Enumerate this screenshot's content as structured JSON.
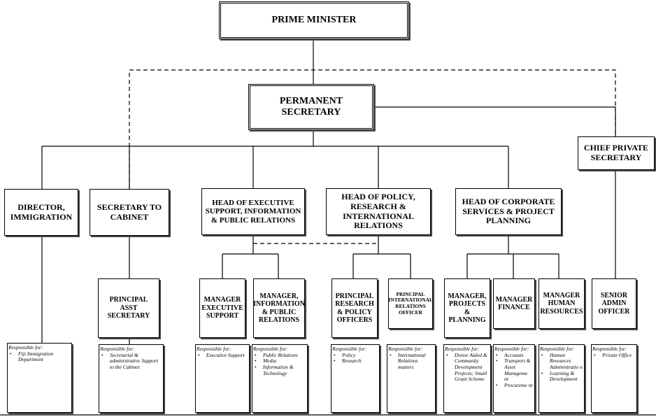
{
  "nodes": {
    "pm": "PRIME MINISTER",
    "ps": "PERMANENT SECRETARY",
    "cps": "CHIEF PRIVATE SECRETARY",
    "dir_imm": "DIRECTOR, IMMIGRATION",
    "sec_cab": "SECRETARY TO CABINET",
    "head_exec": "HEAD OF EXECUTIVE SUPPORT, INFORMATION & PUBLIC RELATIONS",
    "head_policy": "HEAD OF POLICY, RESEARCH & INTERNATIONAL RELATIONS",
    "head_corp": "HEAD OF CORPORATE SERVICES  & PROJECT PLANNING",
    "pas": "PRINCIPAL ASST SECRETARY",
    "mgr_exec": "MANAGER EXECUTIVE SUPPORT",
    "mgr_info": "MANAGER, INFORMATION & PUBLIC RELATIONS",
    "pr_res": "PRINCIPAL RESEARCH & POLICY OFFICERS",
    "pr_intl": "PRINCIPAL INTERNATIONAL RELATIONS OFFICER",
    "mgr_proj": "MANAGER, PROJECTS & PLANNING",
    "mgr_fin": "MANAGER FINANCE",
    "mgr_hr": "MANAGER HUMAN RESOURCES",
    "sao": "SENIOR ADMIN OFFICER"
  },
  "responsibilities": {
    "header": "Responsible for:",
    "dir_imm": [
      "Fiji Immigration Department"
    ],
    "pas": [
      "Secretarial & administrative Support to the Cabinet"
    ],
    "mgr_exec": [
      "Executive Support"
    ],
    "mgr_info": [
      "Public Relations",
      "Media",
      "Information & Technology"
    ],
    "pr_res": [
      "Policy",
      "Research"
    ],
    "pr_intl": [
      "International Relations matters"
    ],
    "mgr_proj": [
      "Donor Aided & Community Development Projects; Small Grant Scheme"
    ],
    "mgr_fin": [
      "Accounts",
      "Transport & Asset Manageme nt",
      "Procureme nt"
    ],
    "mgr_hr": [
      "Human Resources Administratio n",
      "Learning & Development"
    ],
    "sao": [
      "Private Office"
    ]
  }
}
